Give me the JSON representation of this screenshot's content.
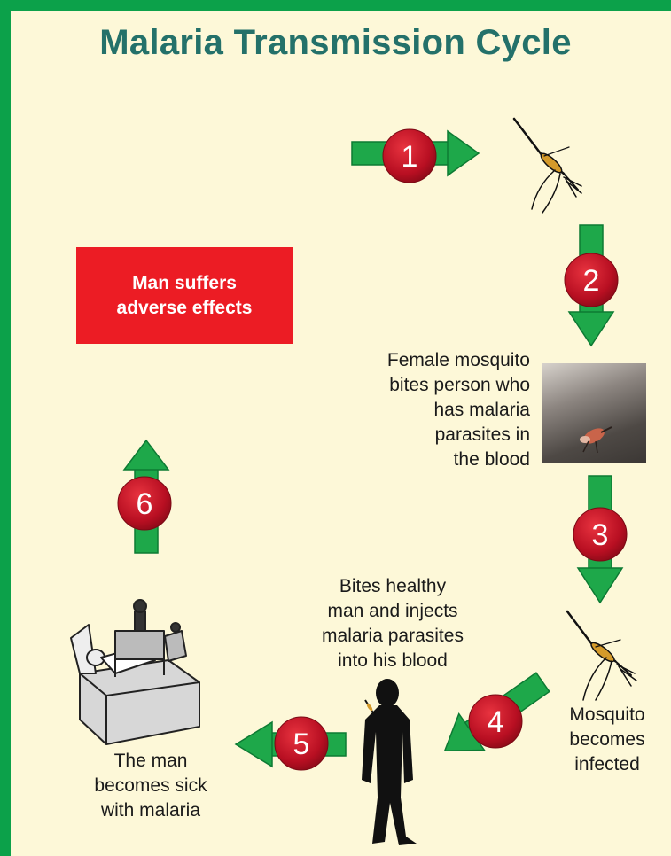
{
  "title": "Malaria Transmission Cycle",
  "adverse_box": {
    "line1": "Man suffers",
    "line2": "adverse effects"
  },
  "captions": {
    "female_bite": [
      "Female mosquito",
      "bites person who",
      "has malaria",
      "parasites in",
      "the blood"
    ],
    "mosquito_infected": [
      "Mosquito",
      "becomes",
      "infected"
    ],
    "bites_healthy": [
      "Bites healthy",
      "man and injects",
      "malaria parasites",
      "into his blood"
    ],
    "man_sick": [
      "The man",
      "becomes sick",
      "with malaria"
    ]
  },
  "steps": [
    "1",
    "2",
    "3",
    "4",
    "5",
    "6"
  ],
  "colors": {
    "border": "#0ca14a",
    "background": "#fdf8d8",
    "title": "#24716a",
    "arrow": "#1ea84a",
    "badge": "#c8102e",
    "red_box": "#ec1c24"
  }
}
